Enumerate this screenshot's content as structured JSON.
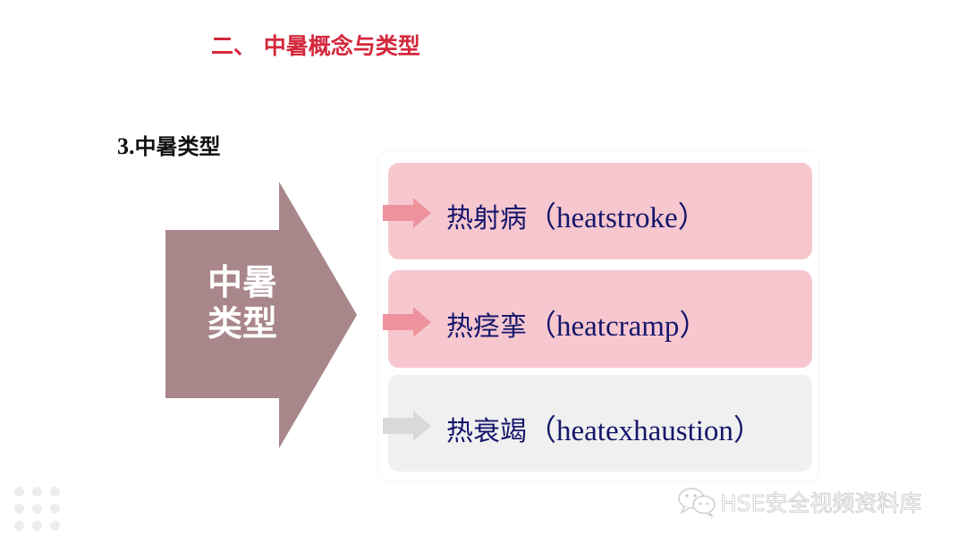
{
  "slide": {
    "section_title": "二、 中暑概念与类型",
    "subtitle_number": "3.",
    "subtitle_text": "中暑类型",
    "main_arrow": {
      "line1": "中暑",
      "line2": "类型",
      "color": "#a8868a"
    },
    "types": [
      {
        "name_cn": "热射病",
        "name_en": "（heatstroke）",
        "style": "highlighted",
        "box_color": "#f6c7cf",
        "arrow_color": "#ee939e"
      },
      {
        "name_cn": "热痉挛",
        "name_en": "（heatcramp）",
        "style": "highlighted",
        "box_color": "#f6c7cf",
        "arrow_color": "#ee939e"
      },
      {
        "name_cn": "热衰竭",
        "name_en": "（heatexhaustion）",
        "style": "muted",
        "box_color": "#f0f0f0",
        "arrow_color": "#d9d9d9"
      }
    ],
    "accent_color": "#d4283c",
    "text_color": "#15166b"
  },
  "watermark": {
    "icon": "wechat-icon",
    "text": "HSE安全视频资料库"
  }
}
